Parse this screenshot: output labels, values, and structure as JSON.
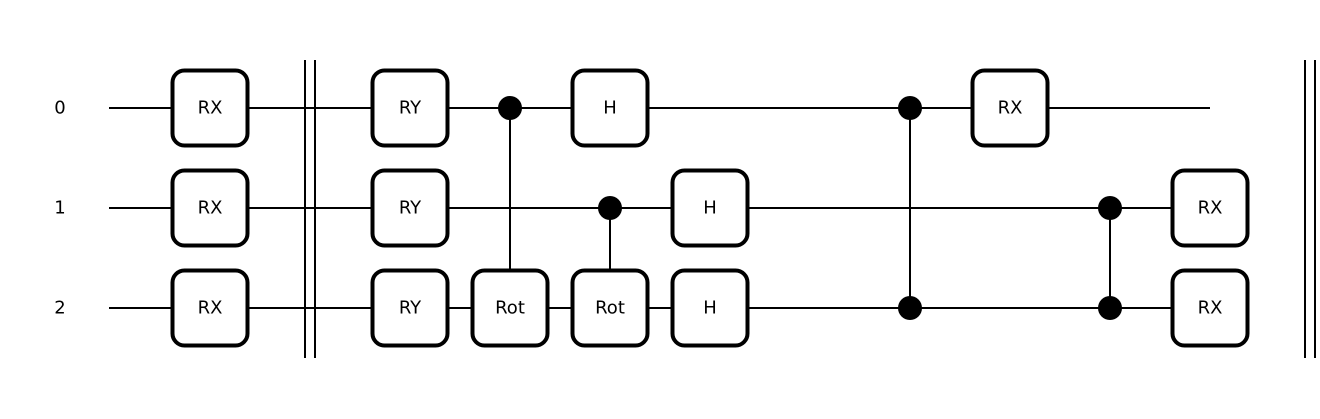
{
  "circuit": {
    "wires": [
      "0",
      "1",
      "2"
    ],
    "layers": [
      [
        {
          "type": "gate",
          "label": "RX",
          "wire": 0
        },
        {
          "type": "gate",
          "label": "RX",
          "wire": 1
        },
        {
          "type": "gate",
          "label": "RX",
          "wire": 2
        }
      ],
      [
        {
          "type": "barrier"
        }
      ],
      [
        {
          "type": "gate",
          "label": "RY",
          "wire": 0
        },
        {
          "type": "gate",
          "label": "RY",
          "wire": 1
        },
        {
          "type": "gate",
          "label": "RY",
          "wire": 2
        }
      ],
      [
        {
          "type": "controlled",
          "controls": [
            0
          ],
          "target": {
            "label": "Rot",
            "wire": 2
          }
        }
      ],
      [
        {
          "type": "gate",
          "label": "H",
          "wire": 0
        },
        {
          "type": "controlled",
          "controls": [
            1
          ],
          "target": {
            "label": "Rot",
            "wire": 2
          }
        }
      ],
      [
        {
          "type": "gate",
          "label": "H",
          "wire": 1
        },
        {
          "type": "gate",
          "label": "H",
          "wire": 2
        }
      ],
      [],
      [
        {
          "type": "cz",
          "wires": [
            0,
            2
          ]
        }
      ],
      [
        {
          "type": "gate",
          "label": "RX",
          "wire": 0
        }
      ],
      [
        {
          "type": "cz",
          "wires": [
            1,
            2
          ]
        }
      ],
      [
        {
          "type": "gate",
          "label": "RX",
          "wire": 1
        },
        {
          "type": "gate",
          "label": "RX",
          "wire": 2
        }
      ],
      [
        {
          "type": "barrier"
        }
      ],
      [
        {
          "type": "measure",
          "wire": 0
        },
        {
          "type": "measure",
          "wire": 1
        },
        {
          "type": "measure",
          "wire": 2
        }
      ]
    ]
  }
}
